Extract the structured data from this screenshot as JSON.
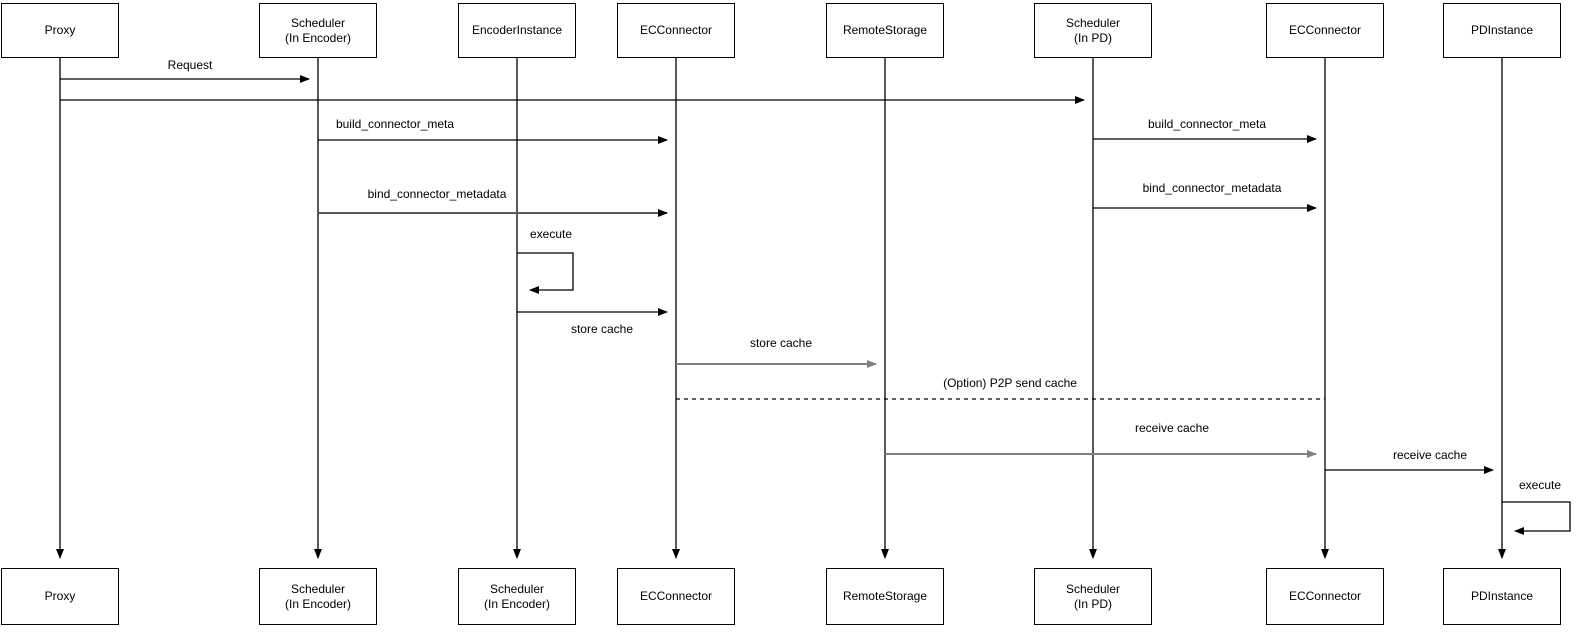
{
  "diagram": {
    "type": "uml-sequence",
    "colors": {
      "background": "#ffffff",
      "stroke": "#000000",
      "secondary_stroke": "#808080",
      "box_fill": "#ffffff"
    },
    "participants": [
      {
        "id": "proxy",
        "top": {
          "line1": "Proxy"
        },
        "bottom": {
          "line1": "Proxy"
        }
      },
      {
        "id": "scheduler-encoder",
        "top": {
          "line1": "Scheduler",
          "line2": "(In Encoder)"
        },
        "bottom": {
          "line1": "Scheduler",
          "line2": "(In Encoder)"
        }
      },
      {
        "id": "encoder-instance",
        "top": {
          "line1": "EncoderInstance"
        },
        "bottom": {
          "line1": "Scheduler",
          "line2": "(In Encoder)"
        }
      },
      {
        "id": "ec-connector",
        "top": {
          "line1": "ECConnector"
        },
        "bottom": {
          "line1": "ECConnector"
        }
      },
      {
        "id": "remote-storage",
        "top": {
          "line1": "RemoteStorage"
        },
        "bottom": {
          "line1": "RemoteStorage"
        }
      },
      {
        "id": "scheduler-pd",
        "top": {
          "line1": "Scheduler",
          "line2": "(In PD)"
        },
        "bottom": {
          "line1": "Scheduler",
          "line2": "(In PD)"
        }
      },
      {
        "id": "ec-connector-pd",
        "top": {
          "line1": "ECConnector"
        },
        "bottom": {
          "line1": "ECConnector"
        }
      },
      {
        "id": "pd-instance",
        "top": {
          "line1": "PDInstance"
        },
        "bottom": {
          "line1": "PDInstance"
        }
      }
    ],
    "messages": [
      {
        "label": "Request",
        "from": "Proxy",
        "to": "Scheduler (In Encoder)",
        "style": "solid"
      },
      {
        "label": "",
        "from": "Proxy",
        "to": "Scheduler (In PD)",
        "style": "solid"
      },
      {
        "label": "build_connector_meta",
        "from": "Scheduler (In Encoder)",
        "to": "ECConnector",
        "style": "solid"
      },
      {
        "label": "bind_connector_metadata",
        "from": "Scheduler (In Encoder)",
        "to": "ECConnector",
        "style": "solid"
      },
      {
        "label": "execute",
        "from": "EncoderInstance",
        "to": "EncoderInstance",
        "style": "self"
      },
      {
        "label": "store cache",
        "from": "EncoderInstance",
        "to": "ECConnector",
        "style": "solid"
      },
      {
        "label": "store cache",
        "from": "ECConnector",
        "to": "RemoteStorage",
        "style": "solid"
      },
      {
        "label": "(Option) P2P send cache",
        "from": "ECConnector",
        "to": "ECConnector (PD side)",
        "style": "dashed"
      },
      {
        "label": "receive cache",
        "from": "RemoteStorage",
        "to": "ECConnector (PD side)",
        "style": "solid"
      },
      {
        "label": "build_connector_meta",
        "from": "Scheduler (In PD)",
        "to": "ECConnector (PD side)",
        "style": "solid"
      },
      {
        "label": "bind_connector_metadata",
        "from": "Scheduler (In PD)",
        "to": "ECConnector (PD side)",
        "style": "solid"
      },
      {
        "label": "receive cache",
        "from": "ECConnector (PD side)",
        "to": "PDInstance",
        "style": "solid"
      },
      {
        "label": "execute",
        "from": "PDInstance",
        "to": "PDInstance",
        "style": "self"
      }
    ]
  }
}
